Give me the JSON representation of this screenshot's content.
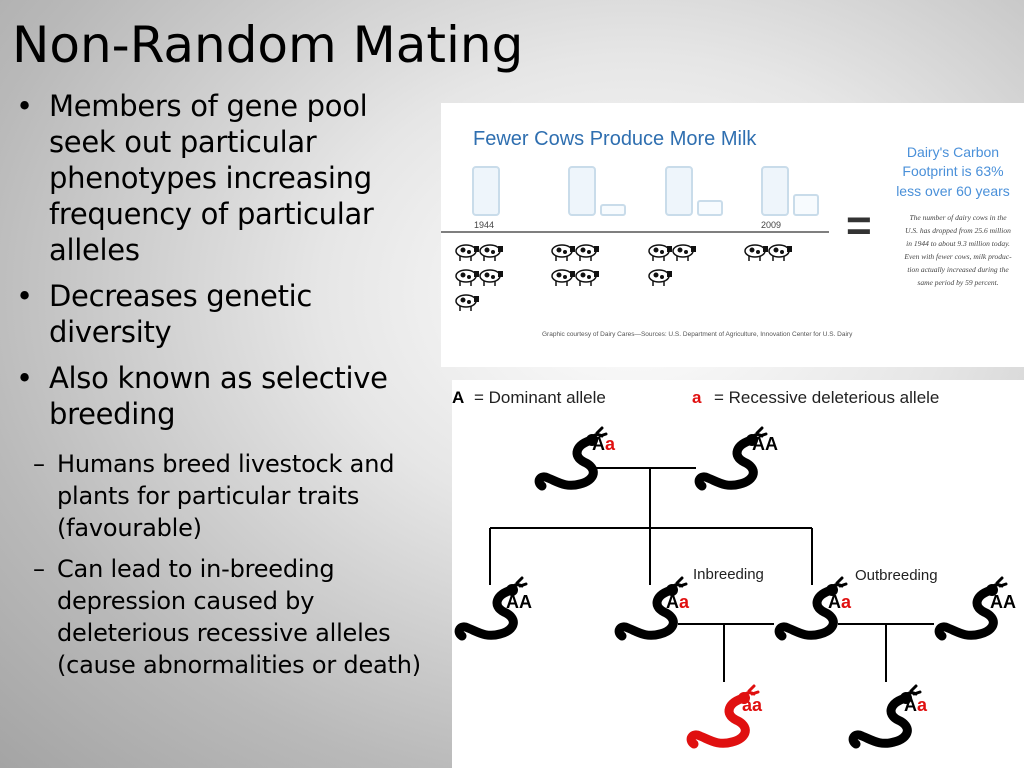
{
  "slide": {
    "title": "Non-Random Mating",
    "bullets": [
      {
        "text": "Members of gene pool seek out particular phenotypes increasing frequency of particular alleles"
      },
      {
        "text": "Decreases genetic diversity"
      },
      {
        "text": "Also known as selective breeding",
        "sub": [
          {
            "text": "Humans breed livestock and plants for particular traits (favourable)"
          },
          {
            "text": "Can lead to in-breeding depression caused by deleterious recessive alleles (cause abnormalities or death)"
          }
        ]
      }
    ],
    "bullet_mark": "•",
    "sub_mark": "–"
  },
  "cow_graphic": {
    "title": "Fewer Cows Produce More Milk",
    "year_start": "1944",
    "year_end": "2009",
    "equals": "=",
    "headline": [
      "Dairy's Carbon",
      "Footprint is 63%",
      "less over 60 years"
    ],
    "body_lines": [
      "The number of dairy cows in the",
      "U.S. has dropped from 25.6 million",
      "in 1944 to about 9.3 million today.",
      "Even with fewer cows, milk produc-",
      "tion actually increased during the",
      "same period by 59 percent."
    ],
    "credit": "Graphic courtesy of Dairy Cares—Sources: U.S. Department of Agriculture, Innovation Center for U.S. Dairy",
    "cow_groups": [
      5,
      4,
      3,
      2
    ],
    "glass_groups": [
      1,
      2,
      2,
      2
    ],
    "colors": {
      "title": "#2f6fb0",
      "headline": "#4a90d9",
      "glass": "#c9dcea"
    }
  },
  "pedigree": {
    "legend": [
      {
        "symbol": "A",
        "text": "= Dominant allele"
      },
      {
        "symbol": "a",
        "text": "= Recessive deleterious allele"
      }
    ],
    "labels": {
      "inbreeding": "Inbreeding",
      "outbreeding": "Outbreeding"
    },
    "genotypes": {
      "parent_left": [
        "A",
        "a"
      ],
      "parent_right": [
        "A",
        "A"
      ],
      "child_1": [
        "A",
        "A"
      ],
      "child_2": [
        "A",
        "a"
      ],
      "child_3": [
        "A",
        "a"
      ],
      "outsider": [
        "A",
        "A"
      ],
      "offspring_inbred": [
        "a",
        "a"
      ],
      "offspring_outbred": [
        "A",
        "a"
      ]
    },
    "colors": {
      "dominant": "#000000",
      "recessive": "#e01010",
      "affected": "#e01010"
    }
  }
}
